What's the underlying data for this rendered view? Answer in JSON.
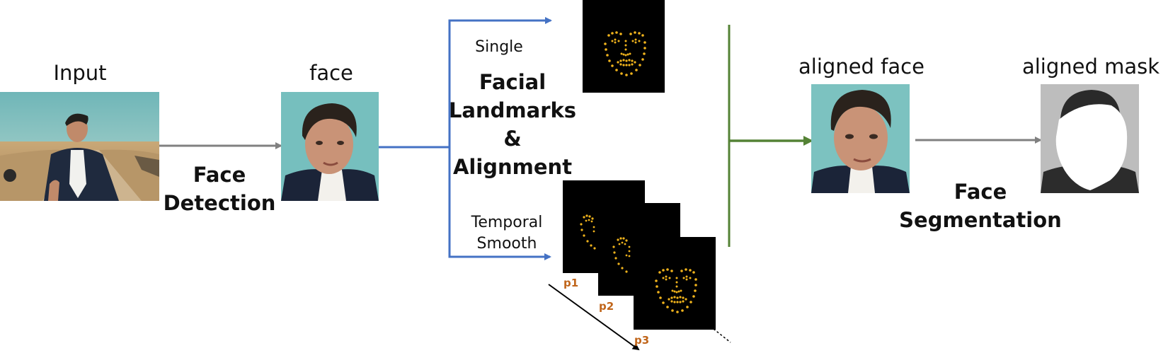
{
  "labels": {
    "input": "Input",
    "face": "face",
    "aligned_face": "aligned face",
    "aligned_mask": "aligned mask"
  },
  "steps": {
    "detection": [
      "Face",
      "Detection"
    ],
    "landmarks": [
      "Facial",
      "Landmarks",
      "&",
      "Alignment"
    ],
    "segmentation": [
      "Face",
      "Segmentation"
    ]
  },
  "branches": {
    "single": "Single",
    "temporal": [
      "Temporal",
      "Smooth"
    ]
  },
  "frames": [
    "p1",
    "p2",
    "p3"
  ],
  "colors": {
    "blue": "#4472c4",
    "green": "#548235",
    "gray": "#808080",
    "landmark": "#f0b31c",
    "frame_label": "#c0651a"
  }
}
